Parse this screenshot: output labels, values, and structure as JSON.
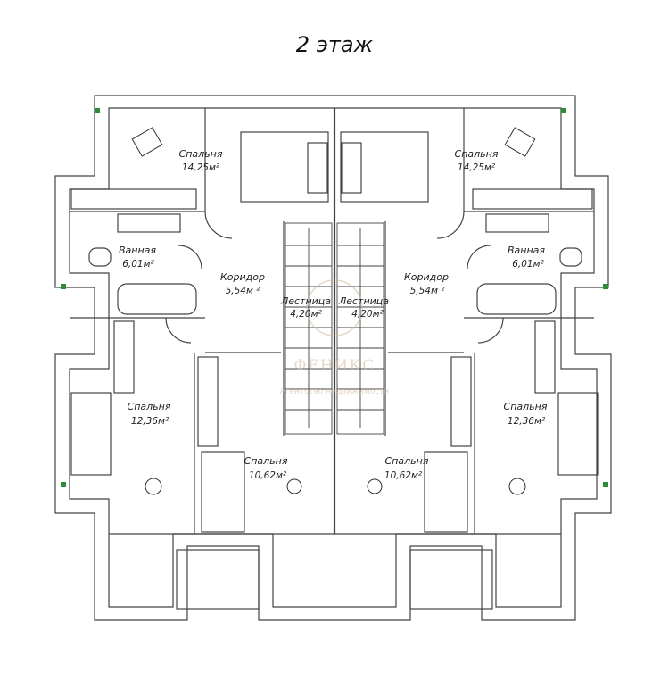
{
  "title": "2 этаж",
  "accent_color": "#2e8b3a",
  "watermark": {
    "name": "ФЕНИКС",
    "subtitle": "Агентство недвижимости",
    "color": "#d2b89b"
  },
  "rooms": [
    {
      "id": "bedroom-nw",
      "name": "Спальня",
      "area": "14,25м²"
    },
    {
      "id": "bedroom-ne",
      "name": "Спальня",
      "area": "14,25м²"
    },
    {
      "id": "bathroom-w",
      "name": "Ванная",
      "area": "6,01м²"
    },
    {
      "id": "bathroom-e",
      "name": "Ванная",
      "area": "6,01м²"
    },
    {
      "id": "corridor-w",
      "name": "Коридор",
      "area": "5,54м ²"
    },
    {
      "id": "corridor-e",
      "name": "Коридор",
      "area": "5,54м ²"
    },
    {
      "id": "stairs-w",
      "name": "Лестница",
      "area": "4,20м²"
    },
    {
      "id": "stairs-e",
      "name": "Лестница",
      "area": "4,20м²"
    },
    {
      "id": "bedroom-w",
      "name": "Спальня",
      "area": "12,36м²"
    },
    {
      "id": "bedroom-e",
      "name": "Спальня",
      "area": "12,36м²"
    },
    {
      "id": "bedroom-sw",
      "name": "Спальня",
      "area": "10,62м²"
    },
    {
      "id": "bedroom-se",
      "name": "Спальня",
      "area": "10,62м²"
    }
  ]
}
